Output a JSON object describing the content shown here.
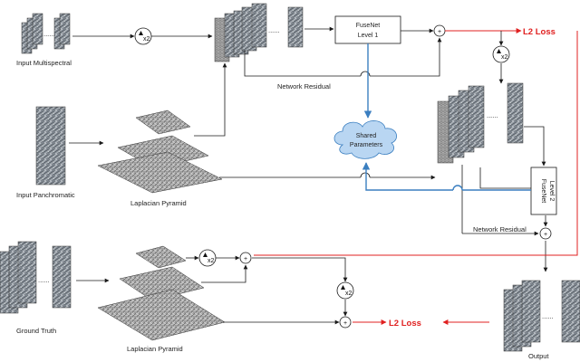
{
  "labels": {
    "input_ms": "Input Multispectral",
    "input_pan": "Input Panchromatic",
    "lap_pyr_top": "Laplacian Pyramid",
    "ground_truth": "Ground Truth",
    "lap_pyr_bottom": "Laplacian Pyramid",
    "output": "Output",
    "net_res_1": "Network Residual",
    "net_res_2": "Network Residual"
  },
  "boxes": {
    "fusenet1_line1": "FuseNet",
    "fusenet1_line2": "Level 1",
    "fusenet2_line1": "FuseNet",
    "fusenet2_line2": "Level 2",
    "shared_line1": "Shared",
    "shared_line2": "Parameters"
  },
  "ops": {
    "upsample": "x2",
    "plus": "+"
  },
  "loss": {
    "top": "L2 Loss",
    "bottom": "L2 Loss"
  },
  "dots": "......",
  "colors": {
    "loss_red": "#e02020",
    "shared_blue": "#3b7fc0",
    "cloud_fill": "#b9d6f2",
    "line_dark": "#1a1a1a"
  }
}
